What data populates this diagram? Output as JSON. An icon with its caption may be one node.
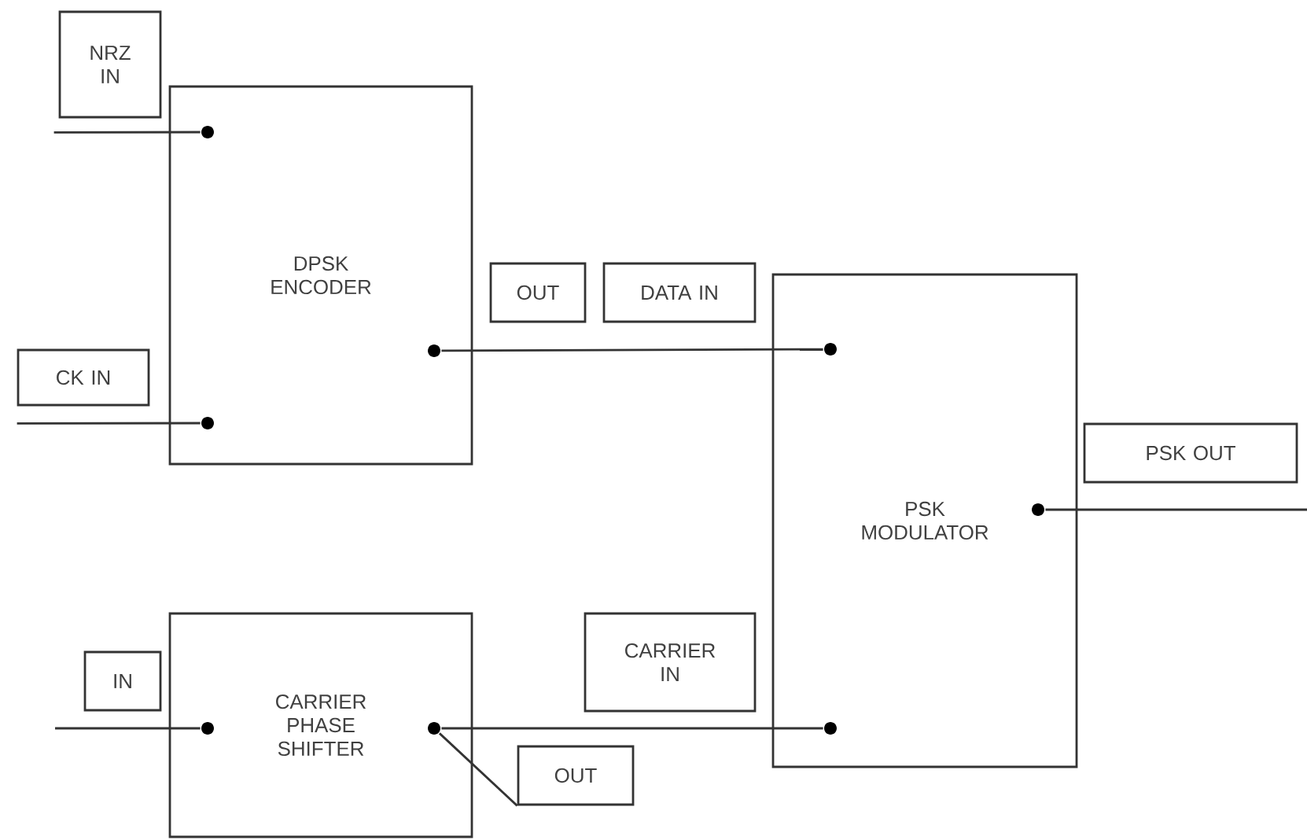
{
  "diagram": {
    "nodes": [
      {
        "text": [
          "NRZ IN"
        ]
      },
      {
        "text": [
          "DPSK ENCODER"
        ]
      },
      {
        "text": [],
        "shape": "circle",
        "in": 1
      },
      {
        "text": [],
        "shape": "circle",
        "in": 1
      },
      {
        "text": [],
        "shape": "circle",
        "in": 1
      },
      {
        "text": [
          "CK IN"
        ]
      },
      {
        "text": [
          "OUT"
        ]
      },
      {
        "text": [
          "DATA IN"
        ]
      },
      {
        "text": [
          "PSK MODULATOR"
        ]
      },
      {
        "text": [],
        "shape": "circle",
        "in": 8
      },
      {
        "text": [],
        "shape": "circle",
        "in": 8
      },
      {
        "text": [],
        "shape": "circle",
        "in": 8
      },
      {
        "text": [
          "PSK OUT"
        ]
      },
      {
        "text": [
          "CARRIER IN"
        ]
      },
      {
        "text": [
          "IN"
        ]
      },
      {
        "text": [
          "CARRIER PHASE SHIFTER"
        ]
      },
      {
        "text": [],
        "shape": "circle",
        "in": 15
      },
      {
        "text": [],
        "shape": "circle",
        "in": 15
      },
      {
        "text": [
          "OUT"
        ]
      }
    ],
    "edges": [
      {
        "from": 0,
        "to": 2,
        "arrow": "none"
      },
      {
        "from": 5,
        "to": 4,
        "arrow": "none"
      },
      {
        "from": 3,
        "to": 9,
        "arrow": "none"
      },
      {
        "from": 10,
        "to": null,
        "arrow": "none"
      },
      {
        "from": null,
        "to": 16,
        "arrow": "none"
      },
      {
        "from": 17,
        "to": 11,
        "arrow": "none"
      },
      {
        "from": 18,
        "to": 17,
        "arrow": "none"
      }
    ]
  }
}
